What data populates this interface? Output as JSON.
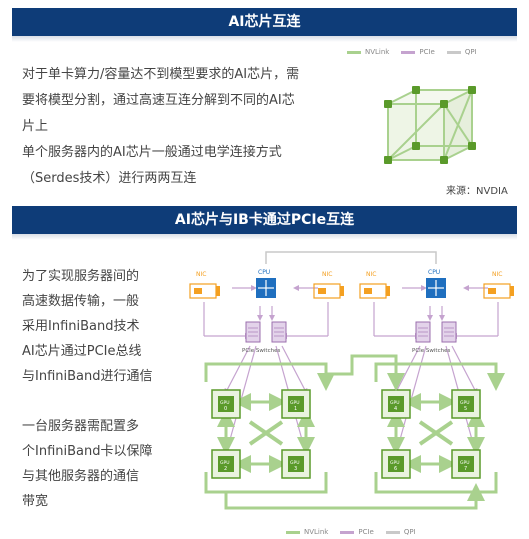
{
  "section1": {
    "title": "AI芯片互连",
    "lines": [
      "对于单卡算力/容量达不到模型要求的AI芯片，需",
      "要将模型分割，通过高速互连分解到不同的AI芯",
      "片上",
      "单个服务器内的AI芯片一般通过电学连接方式",
      "（Serdes技术）进行两两互连"
    ],
    "source": "来源：NVDIA",
    "legend": [
      "NVLink",
      "PCIe",
      "QPI"
    ]
  },
  "section2": {
    "title": "AI芯片与IB卡通过PCIe互连",
    "lines": [
      "为了实现服务器间的",
      "高速数据传输，一般",
      "采用InfiniBand技术",
      "AI芯片通过PCIe总线",
      "与InfiniBand进行通信",
      "",
      "一台服务器需配置多",
      "个InfiniBand卡以保障",
      "与其他服务器的通信",
      "带宽"
    ],
    "legend": [
      "NVLink",
      "PCIe",
      "QPI"
    ]
  },
  "diagram": {
    "nic_label": "NIC",
    "cpu_label": "CPU",
    "switch_label": "PCIe Switches",
    "gpu_label": "GPU",
    "gpu_numbers": [
      "0",
      "1",
      "2",
      "3",
      "4",
      "5",
      "6",
      "7"
    ]
  },
  "colors": {
    "band": "#0e3c78",
    "nvlink": "#a9d18e",
    "pcie": "#c5a3cf",
    "qpi": "#c9c9c9",
    "cpu": "#1f6fbf",
    "nic": "#f4a021",
    "gpu": "#5a9a2a"
  }
}
